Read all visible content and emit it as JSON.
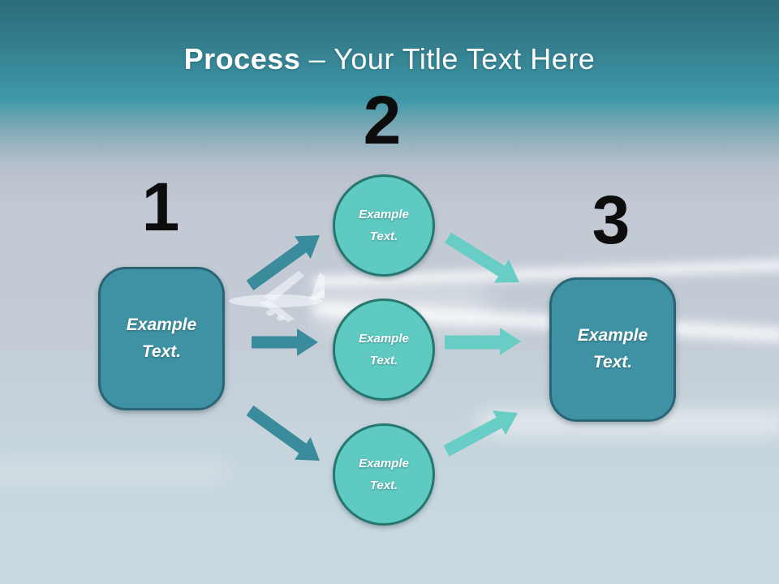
{
  "slide_title": {
    "bold": "Process",
    "regular": "– Your Title Text Here"
  },
  "steps": [
    {
      "number": "1",
      "label": "Example Text."
    },
    {
      "number": "2",
      "labels": [
        "Example Text.",
        "Example Text.",
        "Example Text."
      ]
    },
    {
      "number": "3",
      "label": "Example Text."
    }
  ],
  "icons": {
    "background_plane": "airplane-icon",
    "arrows": [
      "arrow-up-right-icon",
      "arrow-right-icon",
      "arrow-down-right-icon",
      "arrow-down-right-icon",
      "arrow-right-icon",
      "arrow-up-right-icon"
    ]
  },
  "colors": {
    "title": "#ffffff",
    "number": "#0d0d0d",
    "box_fill": "#3e92a3",
    "box_border": "#2a6575",
    "circle_fill": "#5ecac2",
    "circle_border": "#26776f",
    "arrow_dark": "#3a8b9c",
    "arrow_light": "#68cdc4",
    "sky_top": "#2d6c7b",
    "sky_teal": "#3f98a9",
    "sky_gray": "#c3cbd5",
    "sky_bottom": "#c9dbe2"
  }
}
